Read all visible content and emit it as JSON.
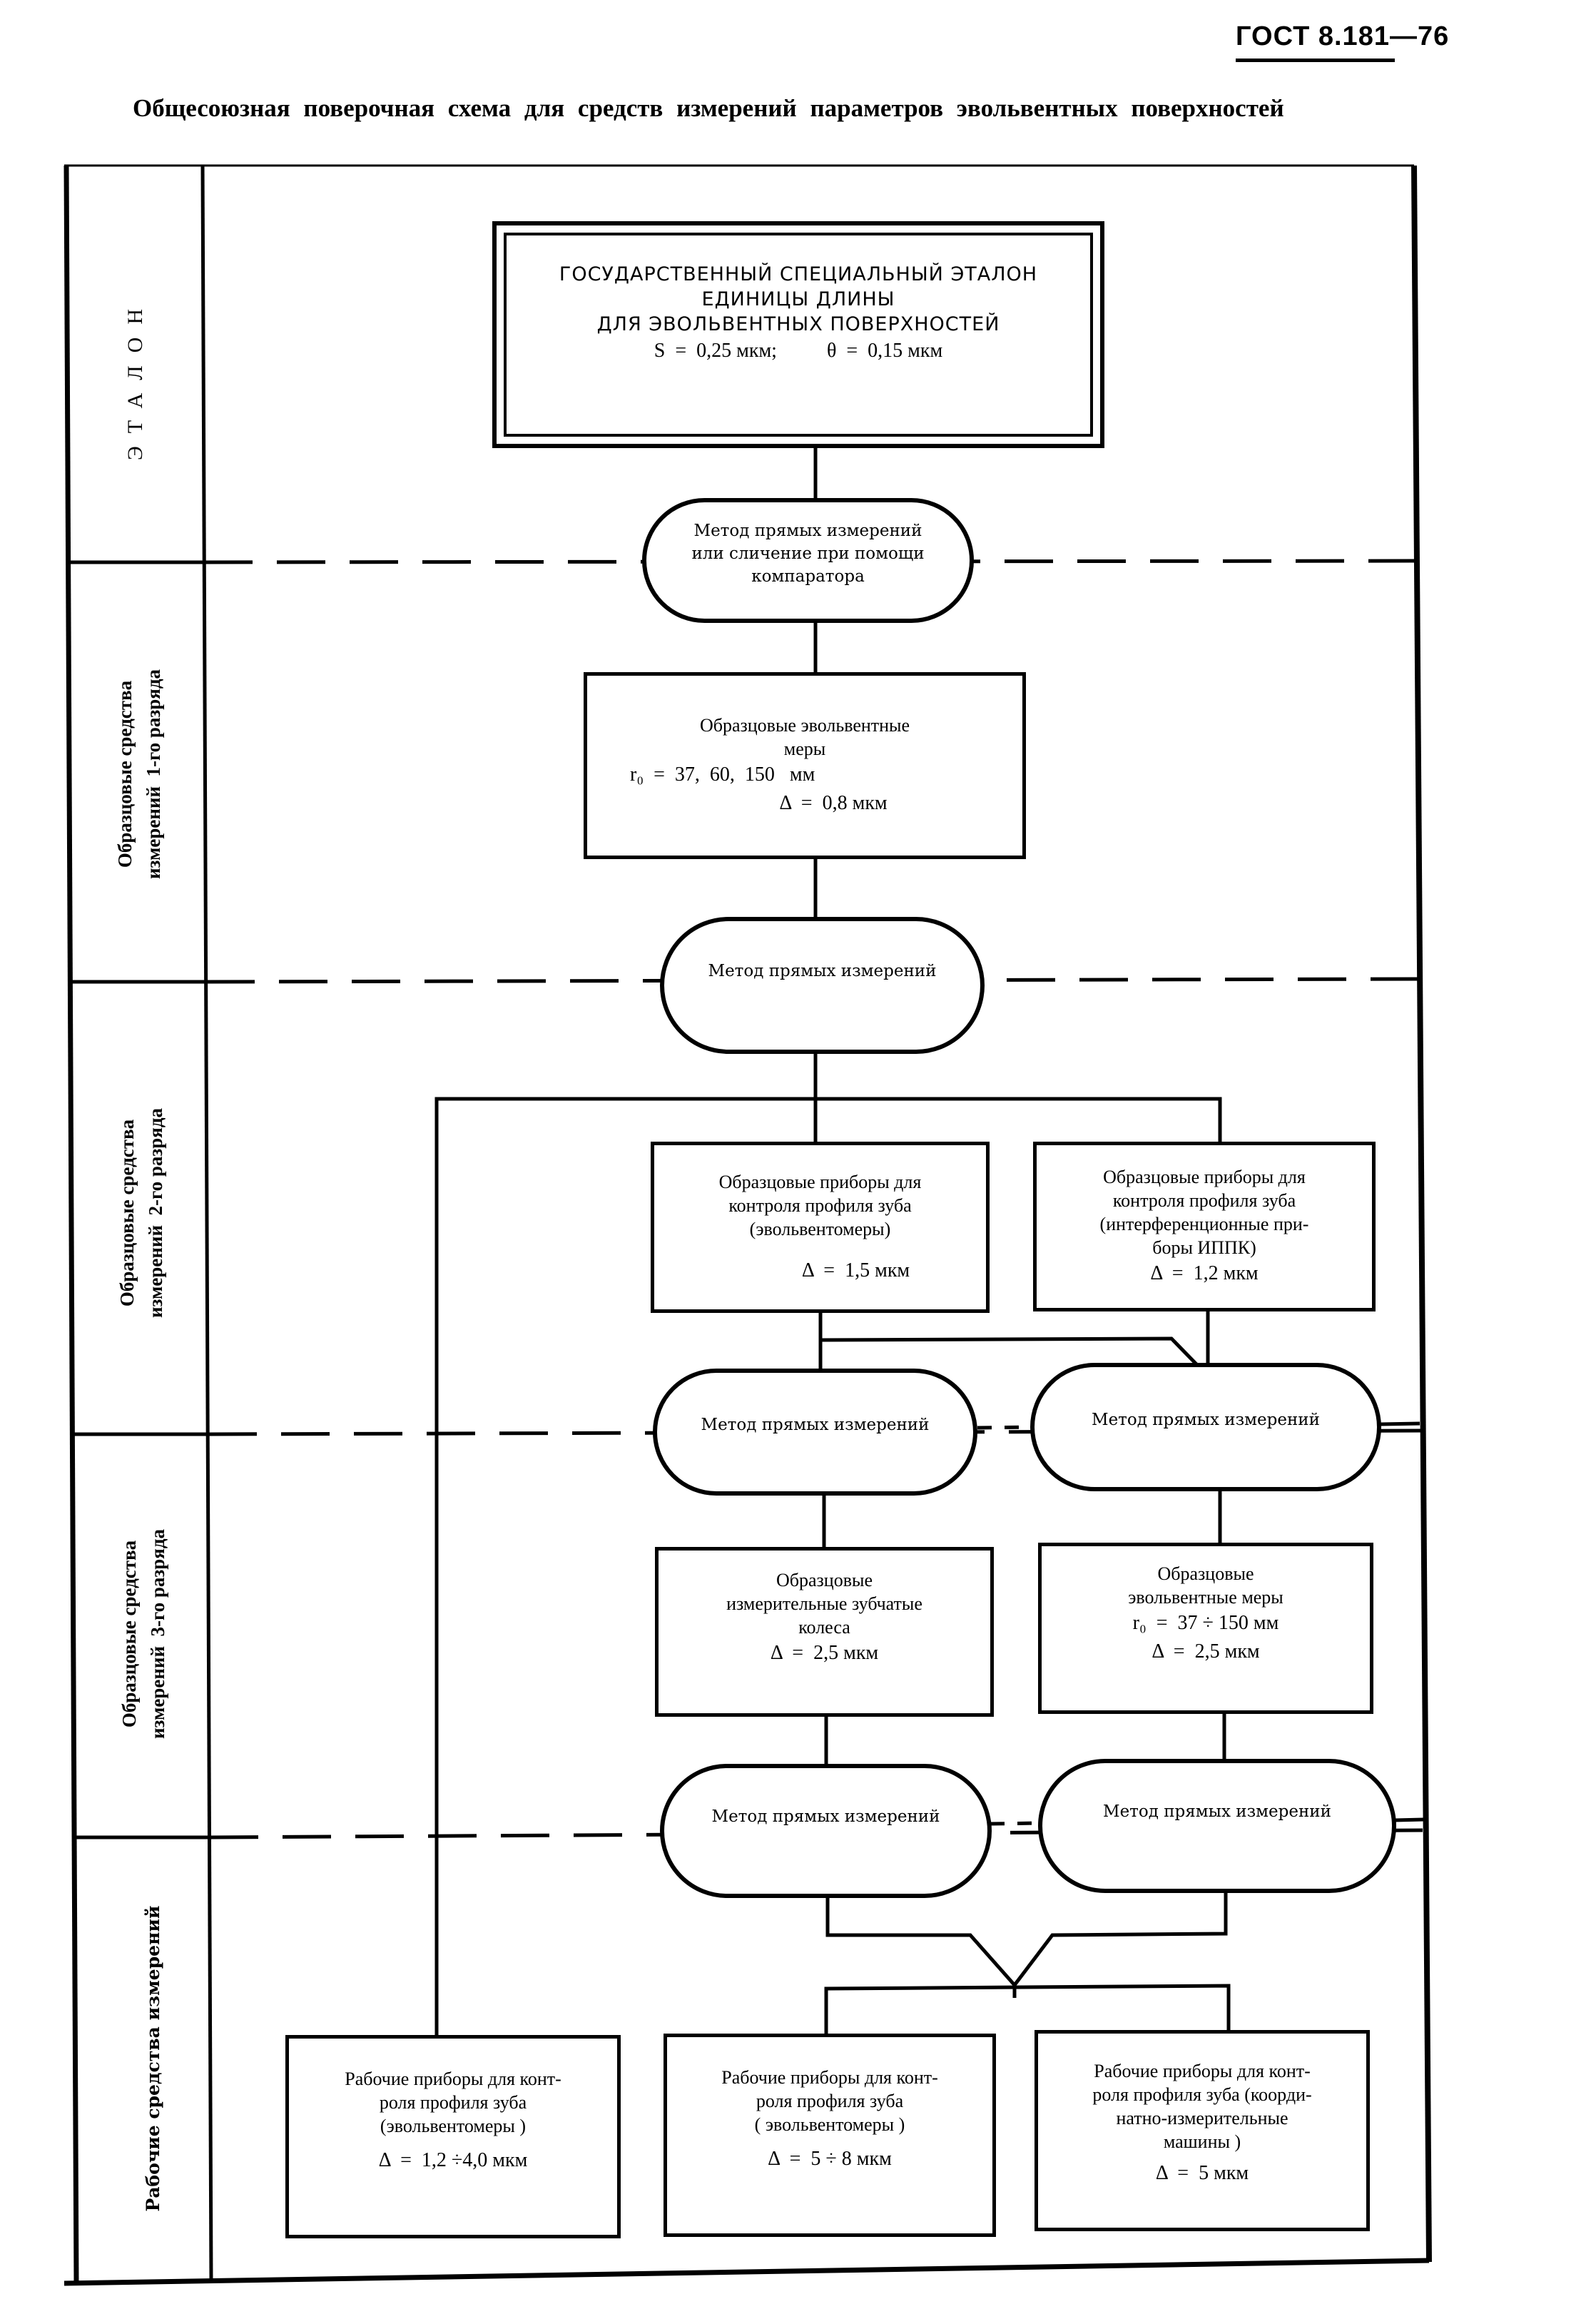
{
  "header": {
    "document_number": "ГОСТ 8.181—76",
    "scheme_title": "Общесоюзная поверочная схема для средств измерений параметров эвольвентных поверхностей"
  },
  "levels": [
    {
      "id": "etalon",
      "label": "ЭТАЛОН"
    },
    {
      "id": "rank-1",
      "label": "Образцовые средства\nизмерений  1-го разряда"
    },
    {
      "id": "rank-2",
      "label": "Образцовые средства\nизмерений  2-го разряда"
    },
    {
      "id": "rank-3",
      "label": "Образцовые средства\nизмерений  3-го разряда"
    },
    {
      "id": "working",
      "label": "Рабочие средства измерений"
    }
  ],
  "state_standard": {
    "title_line1": "ГОСУДАРСТВЕННЫЙ СПЕЦИАЛЬНЫЙ ЭТАЛОН",
    "title_line2": "ЕДИНИЦЫ ДЛИНЫ",
    "title_line3": "ДЛЯ ЭВОЛЬВЕНТНЫХ ПОВЕРХНОСТЕЙ",
    "formula": "S  =  0,25 мкм;          θ  =  0,15 мкм"
  },
  "methods": {
    "m1": "Метод прямых измерений\nили сличение при помощи\nкомпаратора",
    "m2": "Метод прямых измерений",
    "m3_left": "Метод прямых измерений",
    "m3_right": "Метод прямых измерений",
    "m4_left": "Метод прямых измерений",
    "m4_right": "Метод прямых измерений"
  },
  "rank1": {
    "measures": {
      "text": "Образцовые эвольвентные\nмеры",
      "formula1": "r₀  =  37,  60,  150   мм",
      "formula2": "Δ  =  0,8 мкм"
    }
  },
  "rank2": {
    "involutometers": {
      "text": "Образцовые приборы для\nконтроля профиля  зуба\n(эвольвентомеры)",
      "formula": "Δ  =  1,5 мкм"
    },
    "interference": {
      "text": "Образцовые приборы для\nконтроля  профиля  зуба\n(интерференционные при-\nборы ИППК)",
      "formula": "Δ  =  1,2 мкм"
    }
  },
  "rank3": {
    "gears": {
      "text": "Образцовые\nизмерительные  зубчатые\nколеса",
      "formula": "Δ  =  2,5 мкм"
    },
    "measures": {
      "text": "Образцовые\nэвольвентные меры",
      "formula1": "r₀  =  37 ÷ 150 мм",
      "formula2": "Δ  =  2,5 мкм"
    }
  },
  "working": {
    "w1": {
      "text": "Рабочие приборы для конт-\nроля профиля зуба\n(эвольвентомеры )",
      "formula": "Δ  =  1,2 ÷4,0 мкм"
    },
    "w2": {
      "text": "Рабочие приборы для конт-\nроля профиля зуба\n( эвольвентомеры )",
      "formula": "Δ  =  5 ÷ 8 мкм"
    },
    "w3": {
      "text": "Рабочие приборы для конт-\nроля профиля зуба (коорди-\nнатно-измерительные\nмашины )",
      "formula": "Δ  =  5 мкм"
    }
  }
}
